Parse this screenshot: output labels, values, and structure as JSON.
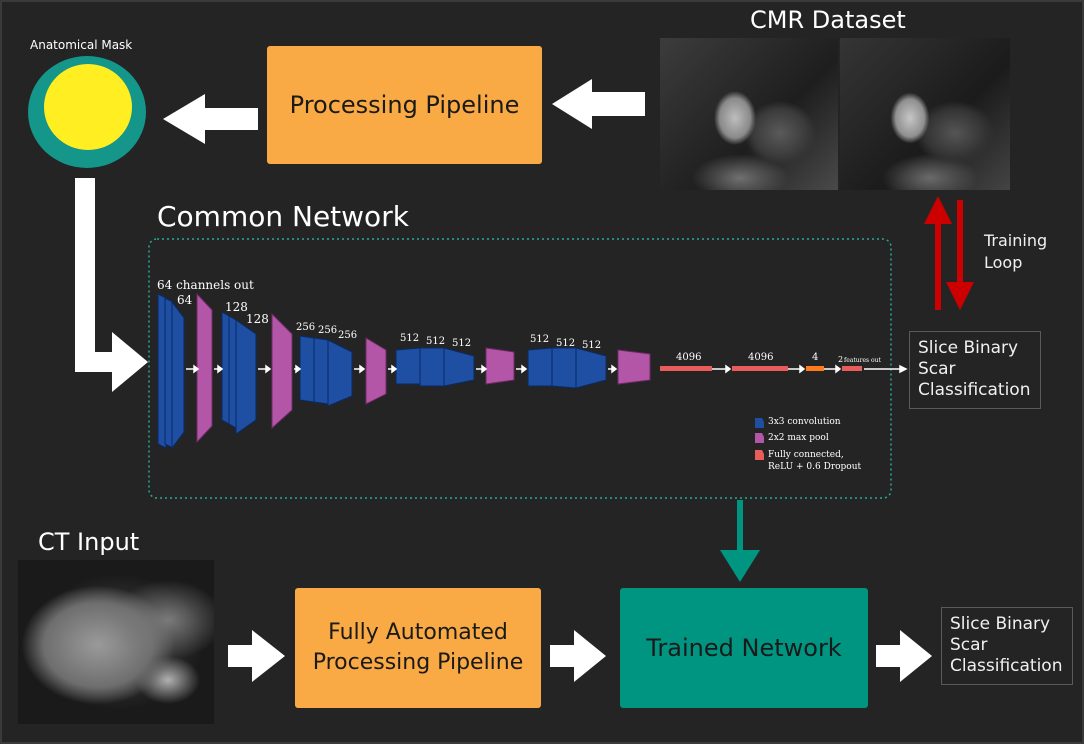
{
  "top": {
    "mask_label": "Anatomical Mask",
    "pipeline_label": "Processing Pipeline",
    "dataset_label": "CMR Dataset",
    "training_loop": [
      "Training",
      "Loop"
    ]
  },
  "network": {
    "title": "Common Network",
    "channels_out": "64 channels out",
    "layer_labels": [
      "64",
      "128",
      "128",
      "256",
      "256",
      "256",
      "512",
      "512",
      "512",
      "512",
      "512",
      "512",
      "4096",
      "4096",
      "4",
      "2",
      "features out"
    ],
    "legend": [
      {
        "label": "3x3 convolution",
        "color": "#1f4fa3"
      },
      {
        "label": "2x2 max pool",
        "color": "#b356a8"
      },
      {
        "label": "Fully connected,",
        "label2": "ReLU + 0.6 Dropout",
        "color": "#e85c5c"
      }
    ],
    "output": [
      "Slice Binary",
      "Scar",
      "Classification"
    ]
  },
  "bottom": {
    "ct_label": "CT Input",
    "pipeline_label": [
      "Fully Automated",
      "Processing Pipeline"
    ],
    "trained_label": "Trained Network",
    "output": [
      "Slice Binary",
      "Scar",
      "Classification"
    ]
  },
  "colors": {
    "orange": "#f9aa44",
    "teal": "#009581",
    "conv": "#1f4fa3",
    "pool": "#b356a8",
    "fc": "#e85c5c",
    "fc_small": "#ff7a1a",
    "red_arrow": "#cc0000",
    "mask_yellow": "#ffee22",
    "mask_teal": "#14968a",
    "dotted_border": "#2aa896"
  }
}
